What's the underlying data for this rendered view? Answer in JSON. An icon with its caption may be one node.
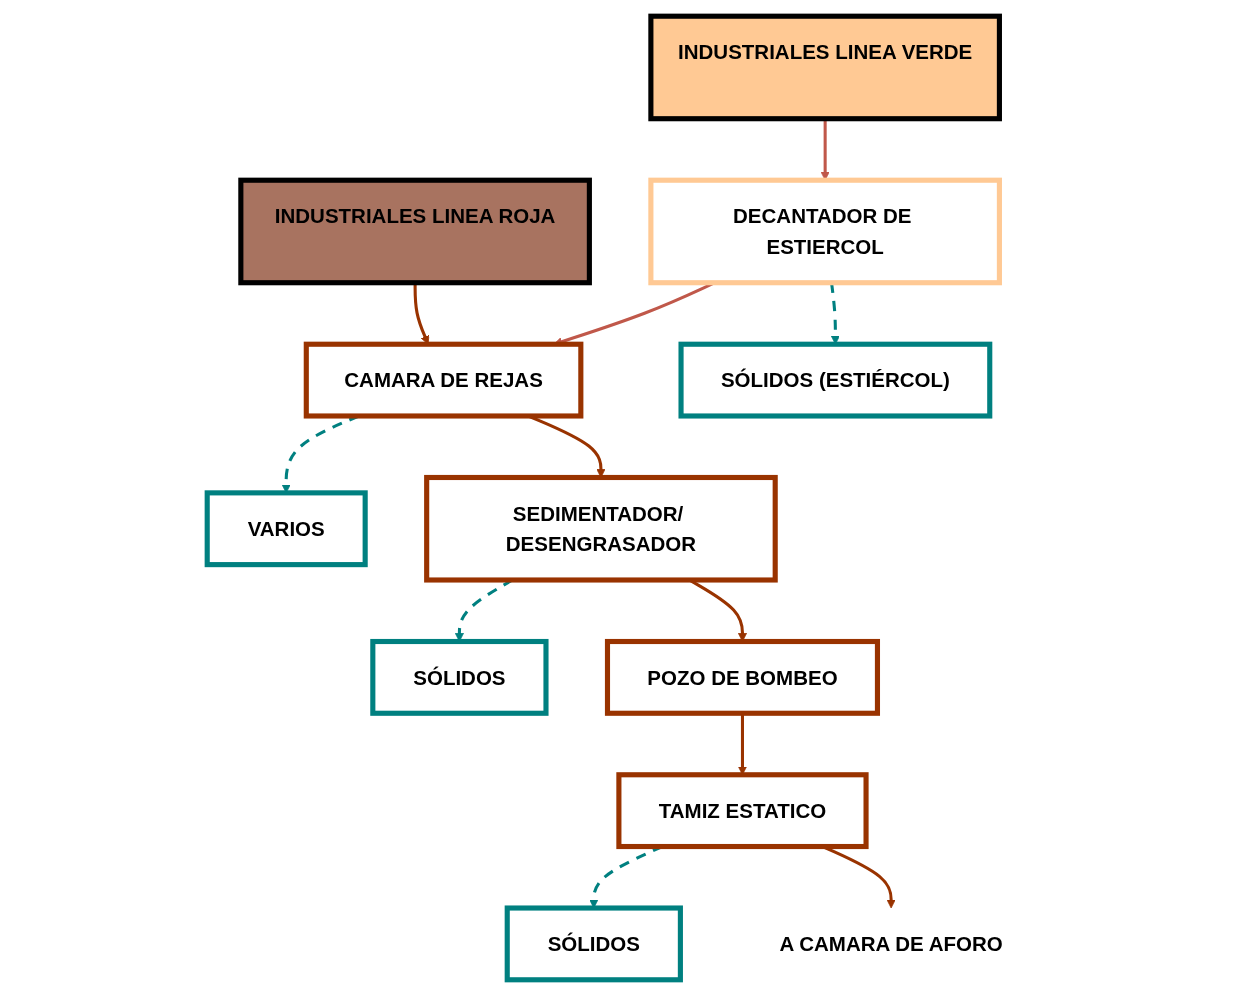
{
  "diagram": {
    "nodes": [
      {
        "text": [
          "INDUSTRIALES LINEA ROJA"
        ]
      },
      {
        "text": [
          "INDUSTRIALES LINEA VERDE"
        ]
      },
      {
        "text": [
          "VARIOS"
        ]
      },
      {
        "text": [
          "CAMARA DE REJAS"
        ]
      },
      {
        "text": [
          "DECANTADOR DE ESTIERCOL"
        ]
      },
      {
        "text": [
          "SÓLIDOS"
        ]
      },
      {
        "text": [
          "SEDIMENTADOR/ DESENGRASADOR"
        ]
      },
      {
        "text": [
          "SÓLIDOS (ESTIÉRCOL)"
        ]
      },
      {
        "text": [
          "POZO DE BOMBEO"
        ]
      },
      {
        "text": [
          "SÓLIDOS"
        ]
      },
      {
        "text": [
          "TAMIZ ESTATICO"
        ]
      },
      {
        "text": [
          "A CAMARA DE AFORO"
        ]
      }
    ],
    "edges": [
      {
        "from": 0,
        "to": 3,
        "arrow": "to"
      },
      {
        "from": 1,
        "to": 4,
        "arrow": "to",
        "color": "#c0584a"
      },
      {
        "from": 4,
        "to": 3,
        "arrow": "to",
        "color": "#c0584a"
      },
      {
        "from": 3,
        "to": 2,
        "arrow": "to",
        "style": "dashed",
        "color": "#008080"
      },
      {
        "from": 3,
        "to": 6,
        "arrow": "to"
      },
      {
        "from": 4,
        "to": 7,
        "arrow": "to",
        "style": "dashed",
        "color": "#008080"
      },
      {
        "from": 6,
        "to": 5,
        "arrow": "to",
        "style": "dashed",
        "color": "#008080"
      },
      {
        "from": 6,
        "to": 8,
        "arrow": "to"
      },
      {
        "from": 8,
        "to": 10,
        "arrow": "to"
      },
      {
        "from": 10,
        "to": 9,
        "arrow": "to",
        "style": "dashed",
        "color": "#008080"
      },
      {
        "from": 10,
        "to": 11,
        "arrow": "to"
      }
    ]
  }
}
